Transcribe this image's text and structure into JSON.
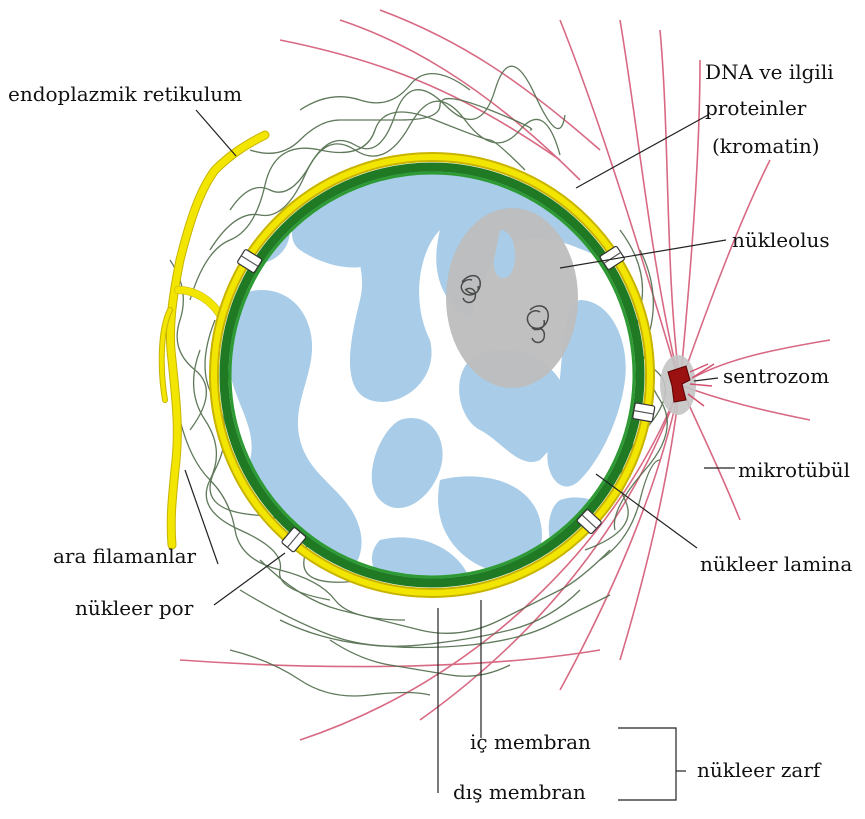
{
  "labels": {
    "endoplasmic_reticulum": "endoplazmik retikulum",
    "dna_line1": "DNA ve ilgili",
    "dna_line2": "proteinler",
    "dna_line3": "(kromatin)",
    "nucleolus": "nükleolus",
    "centrosome": "sentrozom",
    "microtubule": "mikrotübül",
    "nuclear_lamina": "nükleer lamina",
    "intermediate_filaments": "ara filamanlar",
    "nuclear_pore": "nükleer por",
    "inner_membrane": "iç membran",
    "outer_membrane": "dış membran",
    "nuclear_envelope": "nükleer zarf"
  },
  "colors": {
    "outer_membrane": "#f2e600",
    "inner_membrane": "#1f7a23",
    "chromatin": "#a9cde8",
    "nucleolus": "#bdbdbd",
    "microtubule": "#d2506e",
    "intermediate_filament": "#4f6b4a",
    "centrosome": "#9b1010"
  }
}
